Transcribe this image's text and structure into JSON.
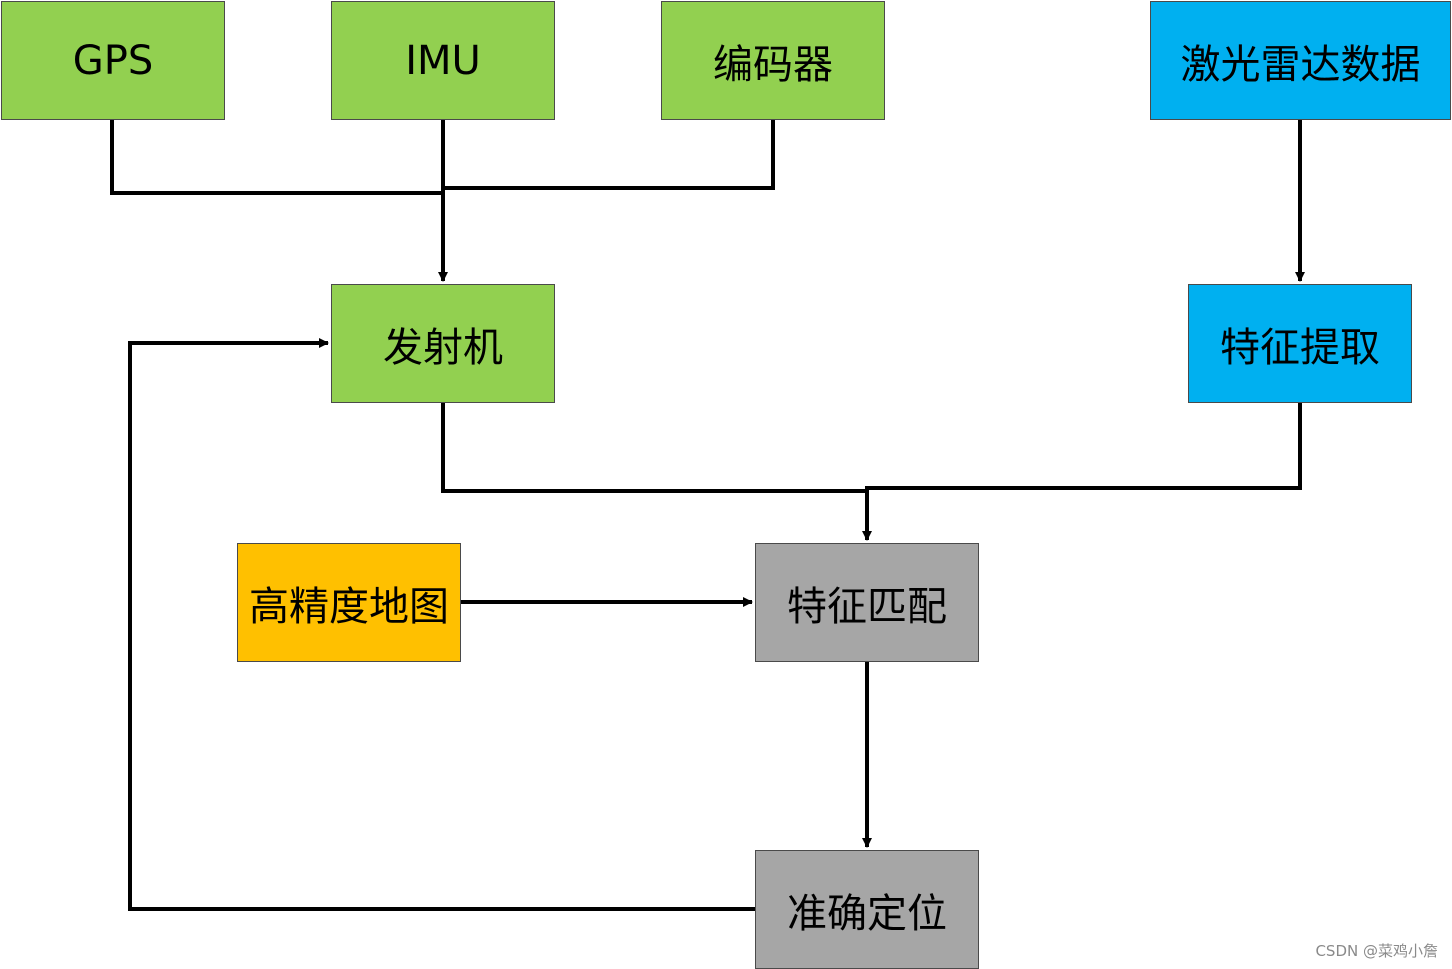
{
  "nodes": {
    "gps": "GPS",
    "imu": "IMU",
    "encoder": "编码器",
    "lidar": "激光雷达数据",
    "emitter": "发射机",
    "extract": "特征提取",
    "hdmap": "高精度地图",
    "match": "特征匹配",
    "locate": "准确定位"
  },
  "colors": {
    "sensor": "#92d050",
    "lidar": "#00b0f0",
    "map": "#ffc000",
    "process": "#a6a6a6",
    "edge": "#000000"
  },
  "watermark": "CSDN @菜鸡小詹"
}
